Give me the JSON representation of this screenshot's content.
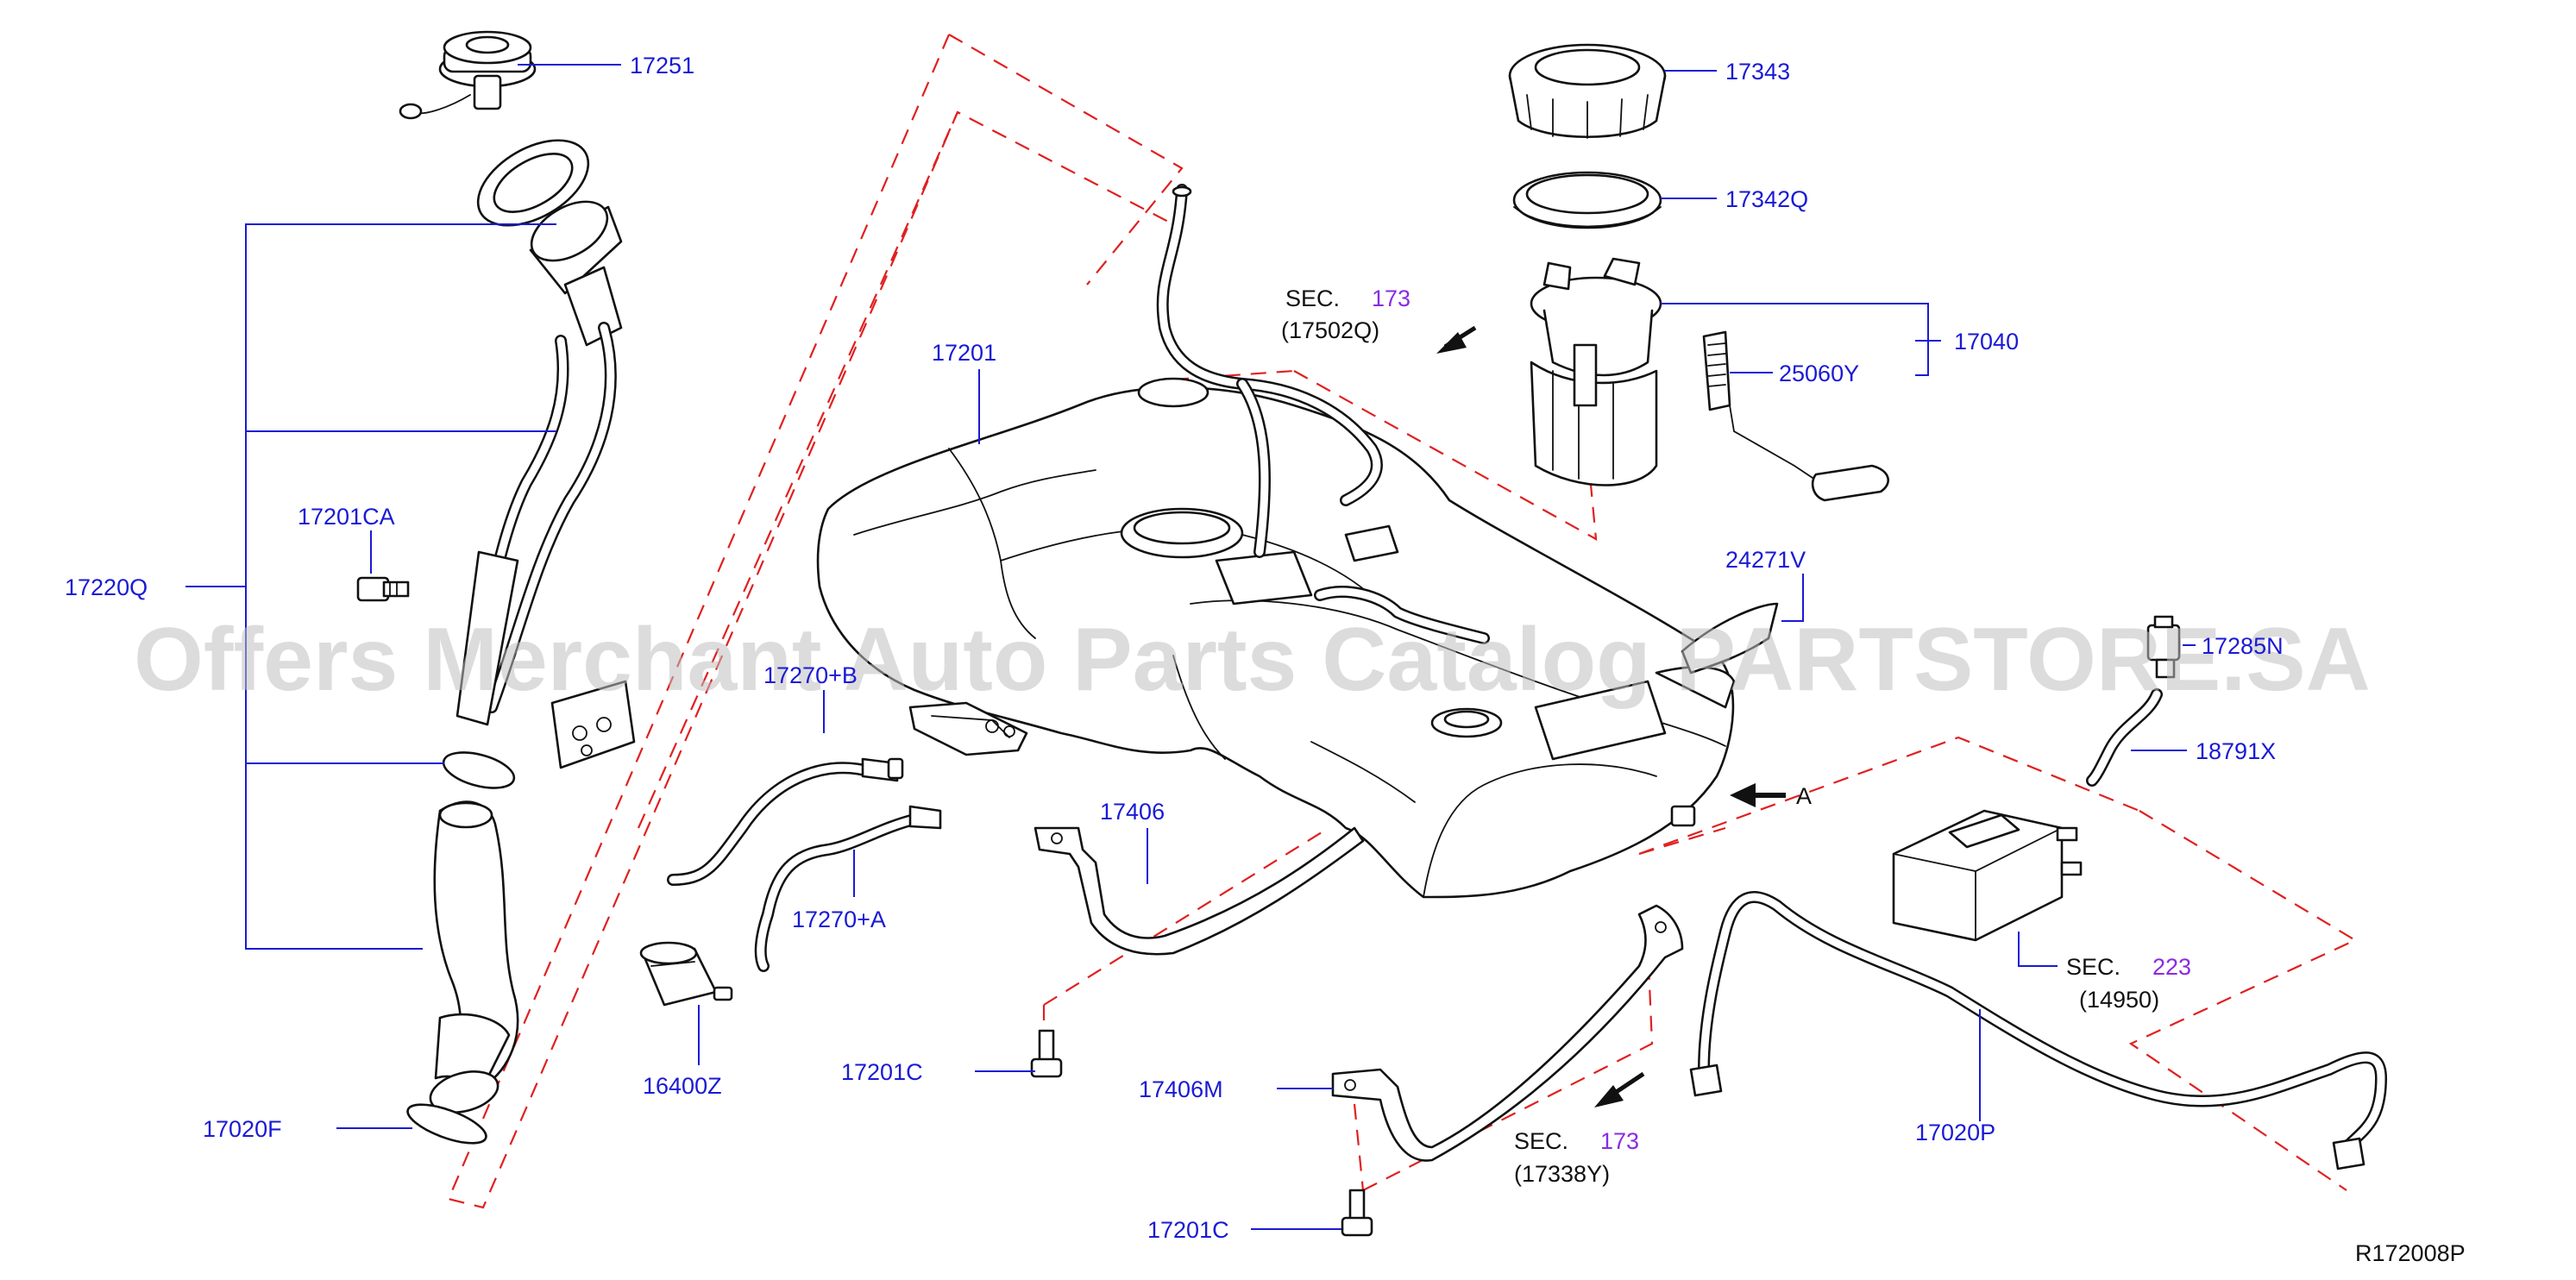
{
  "callouts": {
    "p17251": "17251",
    "p17343": "17343",
    "p17342Q": "17342Q",
    "p17040": "17040",
    "p25060Y": "25060Y",
    "p17201": "17201",
    "p17201CA": "17201CA",
    "p17220Q": "17220Q",
    "p24271V": "24271V",
    "p17285N": "17285N",
    "p18791X": "18791X",
    "p17270B": "17270+B",
    "p17406": "17406",
    "p17270A": "17270+A",
    "p16400Z": "16400Z",
    "p17201C_a": "17201C",
    "p17406M": "17406M",
    "p17201C_b": "17201C",
    "p17020F": "17020F",
    "p17020P": "17020P",
    "arrowA": "A"
  },
  "sections": {
    "sec1_label": "SEC.",
    "sec1_num": "173",
    "sec1_part": "(17502Q)",
    "sec2_label": "SEC.",
    "sec2_num": "223",
    "sec2_part": "(14950)",
    "sec3_label": "SEC.",
    "sec3_num": "173",
    "sec3_part": "(17338Y)"
  },
  "diagram_code": "R172008P",
  "watermark": "Offers Merchant Auto Parts Catalog PARTSTORE.SA",
  "colors": {
    "callout": "#1a1ad6",
    "section_number": "#8a2be2",
    "dashed_boundary": "#e02020",
    "part_line": "#111111"
  }
}
